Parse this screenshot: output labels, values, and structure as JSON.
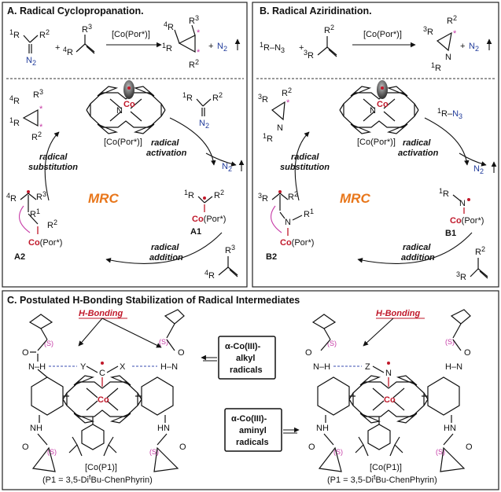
{
  "panelA": {
    "title": "A. Radical Cyclopropanation.",
    "catalyst": "[Co(Por*)]",
    "n2": "N",
    "n2sub": "2",
    "cycle_label": "MRC",
    "step_activation_1": "radical",
    "step_activation_2": "activation",
    "step_addition_1": "radical",
    "step_addition_2": "addition",
    "step_substitution_1": "radical",
    "step_substitution_2": "substitution",
    "int1": "A1",
    "int2": "A2",
    "co": "Co",
    "por": "(Por*)"
  },
  "panelB": {
    "title": "B. Radical Aziridination.",
    "catalyst": "[Co(Por*)]",
    "azide": "R–N",
    "azide_sub": "3",
    "n2": "N",
    "n2sub": "2",
    "cycle_label": "MRC",
    "step_activation_1": "radical",
    "step_activation_2": "activation",
    "step_addition_1": "radical",
    "step_addition_2": "addition",
    "step_substitution_1": "radical",
    "step_substitution_2": "substitution",
    "int1": "B1",
    "int2": "B2",
    "co": "Co",
    "por": "(Por*)"
  },
  "panelC": {
    "title": "C. Postulated H-Bonding Stabilization of Radical Intermediates",
    "hbond": "H-Bonding",
    "alkyl_1": "α-Co(III)-",
    "alkyl_2": "alkyl",
    "alkyl_3": "radicals",
    "aminyl_1": "α-Co(III)-",
    "aminyl_2": "aminyl",
    "aminyl_3": "radicals",
    "cat_label": "[Co(P1)]",
    "ligand_prefix": "(P1 = 3,5-Di",
    "ligand_t": "t",
    "ligand_suffix": "Bu-ChenPhyrin)",
    "stereo": "(S)",
    "co": "Co",
    "n": "N",
    "h": "H",
    "o": "O",
    "x": "X",
    "y": "Y",
    "z": "Z",
    "c": "C"
  },
  "colors": {
    "blue": "#1f3a9a",
    "red": "#c0182a",
    "pink": "#c63aa6",
    "orange": "#e8761a"
  }
}
